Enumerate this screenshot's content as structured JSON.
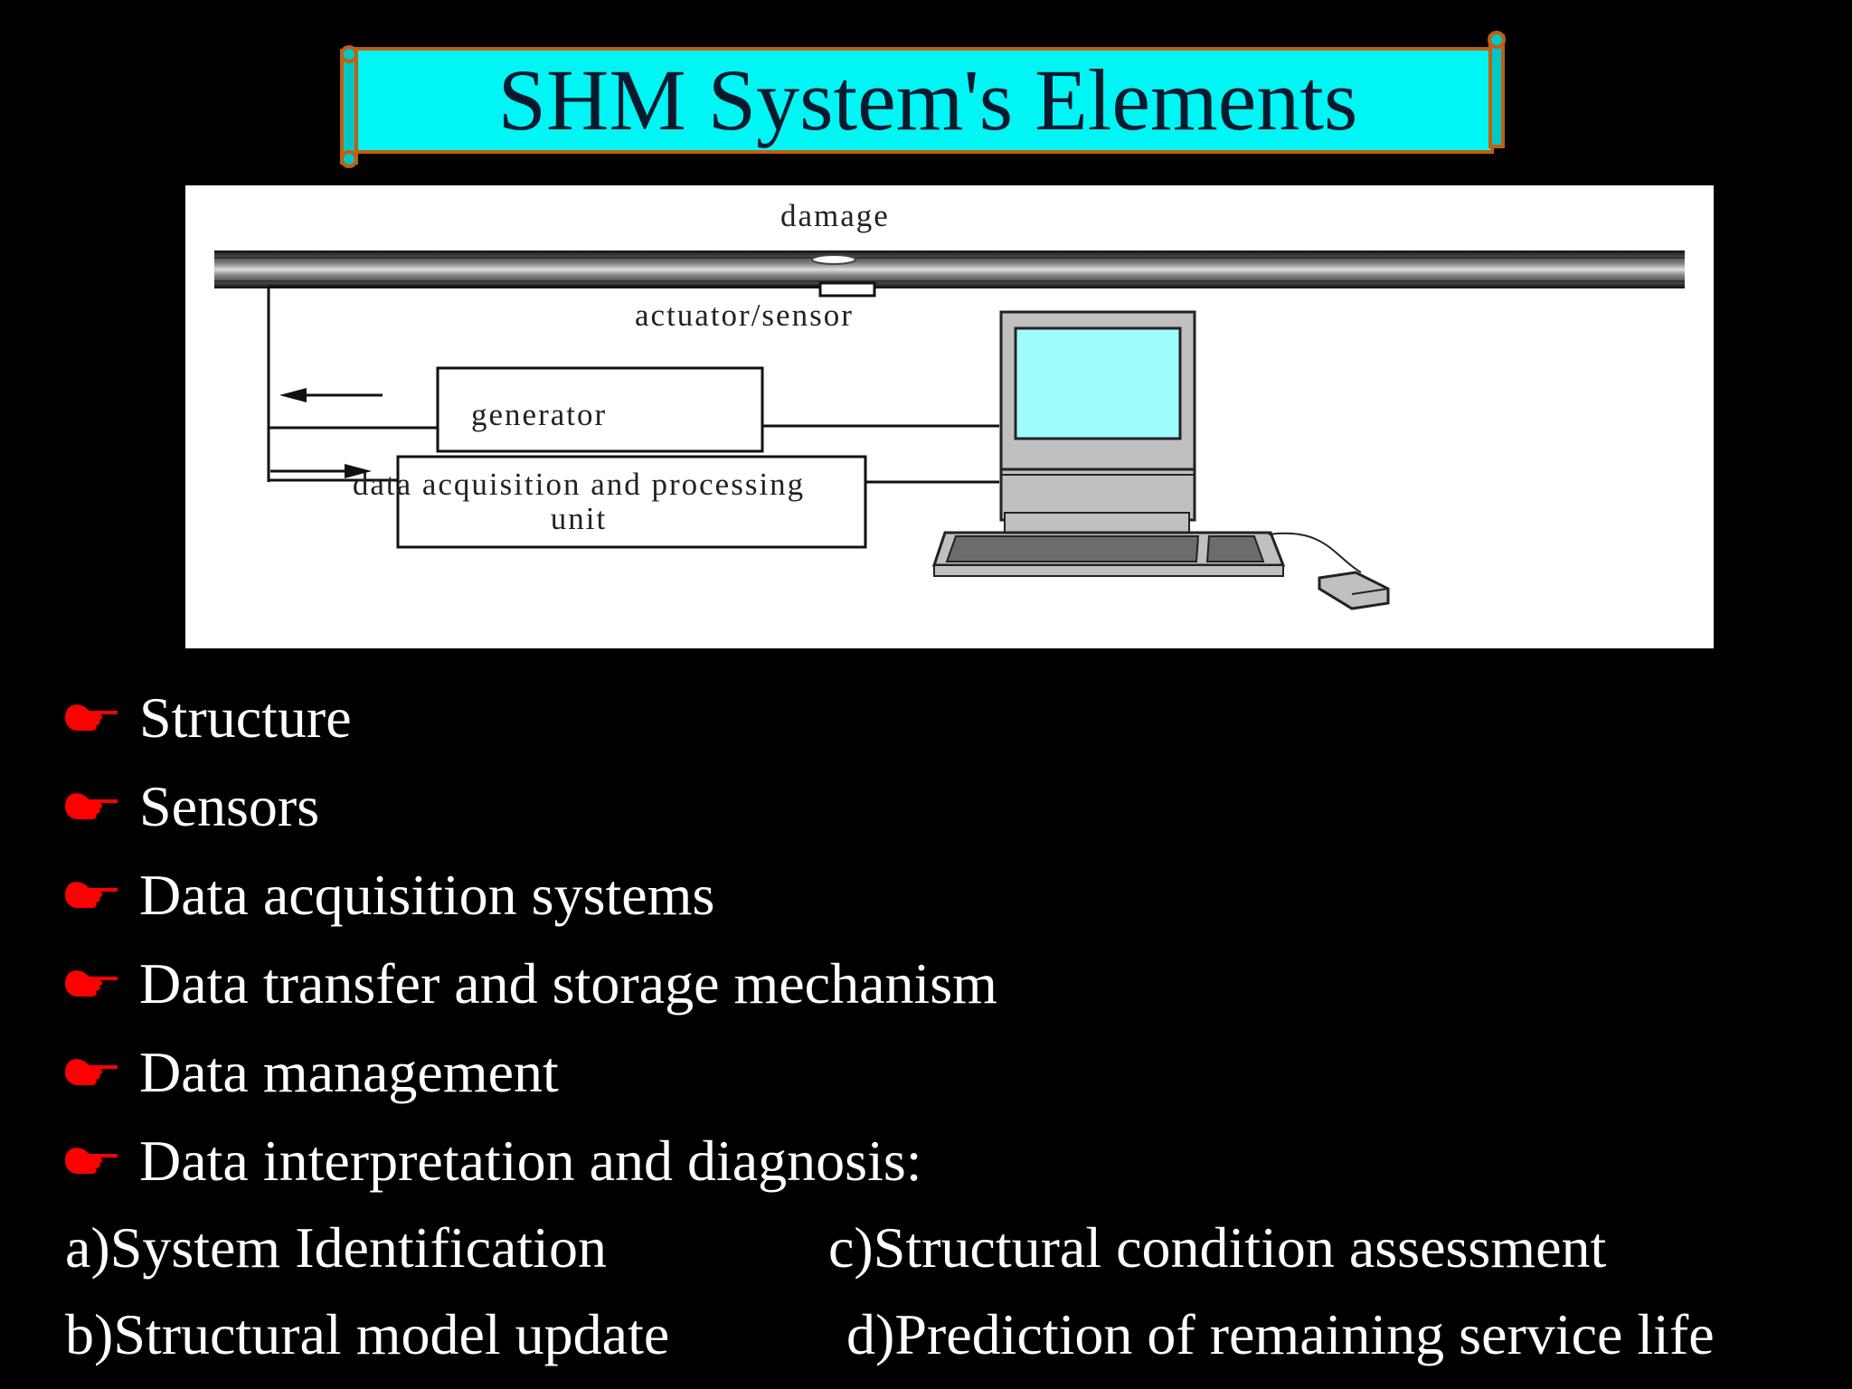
{
  "title": "SHM System's Elements",
  "diagram": {
    "label_damage": "damage",
    "label_actuator": "actuator/sensor",
    "label_generator": "generator",
    "label_daq": "data acquisition and processing unit"
  },
  "bullets": [
    "Structure",
    "Sensors",
    "Data acquisition systems",
    "Data transfer and storage mechanism",
    "Data management",
    "Data interpretation and diagnosis:"
  ],
  "subitems": {
    "a": "a)System Identification",
    "b": "b)Structural model update",
    "c": "c)Structural condition assessment",
    "d": "d)Prediction of remaining service life"
  },
  "colors": {
    "background": "#000000",
    "banner_fill": "#00f5f5",
    "banner_edge": "#c06010",
    "bullet_icon": "#ff0000",
    "monitor_screen": "#9ffcfc"
  },
  "icons": {
    "bullet": "pointing-hand-icon"
  }
}
